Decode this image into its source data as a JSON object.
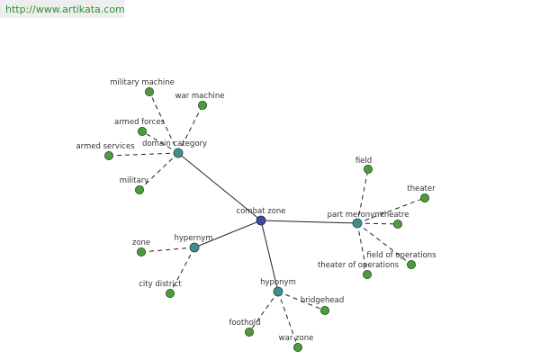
{
  "header": {
    "url": "http://www.artikata.com"
  },
  "center": {
    "id": "center",
    "label": "combat zone"
  },
  "relations": [
    {
      "id": "domain",
      "label": "domain category"
    },
    {
      "id": "meronym",
      "label": "part meronym"
    },
    {
      "id": "hypernym",
      "label": "hypernym"
    },
    {
      "id": "hyponym",
      "label": "hyponym"
    }
  ],
  "leaves": [
    {
      "id": "l1",
      "parent": "domain",
      "label": "military machine"
    },
    {
      "id": "l2",
      "parent": "domain",
      "label": "war machine"
    },
    {
      "id": "l3",
      "parent": "domain",
      "label": "armed forces"
    },
    {
      "id": "l4",
      "parent": "domain",
      "label": "armed services"
    },
    {
      "id": "l5",
      "parent": "domain",
      "label": "military"
    },
    {
      "id": "l6",
      "parent": "meronym",
      "label": "field"
    },
    {
      "id": "l7",
      "parent": "meronym",
      "label": "theater"
    },
    {
      "id": "l8",
      "parent": "meronym",
      "label": "theatre"
    },
    {
      "id": "l9",
      "parent": "meronym",
      "label": "field of operations"
    },
    {
      "id": "l10",
      "parent": "meronym",
      "label": "theater of operations"
    },
    {
      "id": "l11",
      "parent": "hypernym",
      "label": "zone"
    },
    {
      "id": "l12",
      "parent": "hypernym",
      "label": "city district"
    },
    {
      "id": "l13",
      "parent": "hyponym",
      "label": "bridgehead"
    },
    {
      "id": "l14",
      "parent": "hyponym",
      "label": "foothold"
    },
    {
      "id": "l15",
      "parent": "hyponym",
      "label": "war zone"
    }
  ],
  "colors": {
    "leaf": "#4f9a3f",
    "relation": "#3f8f8c",
    "center": "#3f4a9a",
    "url": "#2f8f2f"
  }
}
